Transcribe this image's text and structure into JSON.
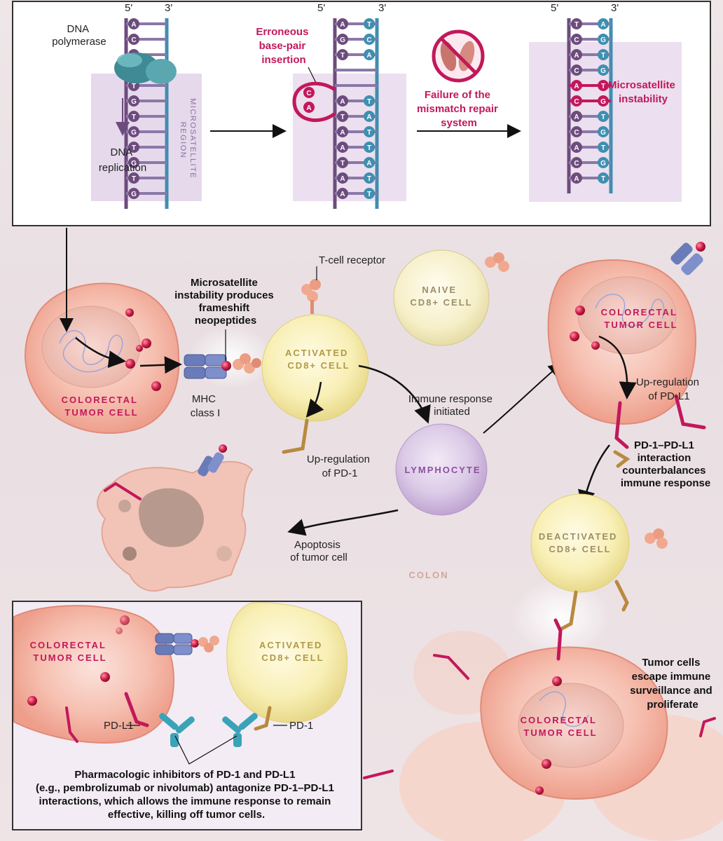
{
  "top_panel": {
    "strand_end_5": "5'",
    "strand_end_3": "3'",
    "dna_polymerase": [
      "DNA",
      "polymerase"
    ],
    "dna_replication": [
      "DNA",
      "replication"
    ],
    "microsatellite_region": [
      "MICROSATELLITE",
      "REGION"
    ],
    "erroneous_insertion": [
      "Erroneous",
      "base-pair",
      "insertion"
    ],
    "mmr_failure": [
      "Failure of the",
      "mismatch repair",
      "system"
    ],
    "microsatellite_instability": [
      "Microsatellite",
      "instability"
    ],
    "strand1_bases": [
      "A",
      "C",
      "C",
      "C",
      "T",
      "G",
      "T",
      "G",
      "T",
      "G",
      "T",
      "G"
    ],
    "strand2_left": [
      "A",
      "G",
      "T",
      "",
      "",
      "A",
      "T",
      "A",
      "A",
      "T",
      "A",
      "A"
    ],
    "strand2_right": [
      "T",
      "C",
      "A",
      "",
      "",
      "T",
      "A",
      "T",
      "T",
      "A",
      "T",
      "T"
    ],
    "strand3_left": [
      "T",
      "C",
      "A",
      "C",
      "A",
      "C",
      "A",
      "C",
      "A",
      "C",
      "A"
    ],
    "strand3_right": [
      "A",
      "G",
      "T",
      "G",
      "T",
      "G",
      "T",
      "G",
      "T",
      "G",
      "T"
    ],
    "insert_bases": [
      "C",
      "A"
    ]
  },
  "cells": {
    "colorectal_tumor_cell": [
      "COLORECTAL",
      "TUMOR CELL"
    ],
    "activated_cd8": [
      "ACTIVATED",
      "CD8+ CELL"
    ],
    "naive_cd8": [
      "NAIVE",
      "CD8+ CELL"
    ],
    "lymphocyte": "LYMPHOCYTE",
    "deactivated_cd8": [
      "DEACTIVATED",
      "CD8+ CELL"
    ],
    "colon": "COLON"
  },
  "labels": {
    "t_cell_receptor": "T-cell receptor",
    "frameshift": [
      "Microsatellite",
      "instability produces",
      "frameshift",
      "neopeptides"
    ],
    "mhc": [
      "MHC",
      "class I"
    ],
    "upreg_pd1": [
      "Up-regulation",
      "of PD-1"
    ],
    "immune_response": [
      "Immune response",
      "initiated"
    ],
    "upreg_pdl1": [
      "Up-regulation",
      "of PD-L1"
    ],
    "pd1_pdl1_interaction": [
      "PD-1–PD-L1",
      "interaction",
      "counterbalances",
      "immune response"
    ],
    "apoptosis": [
      "Apoptosis",
      "of tumor cell"
    ],
    "escape": [
      "Tumor cells",
      "escape immune",
      "surveillance and",
      "proliferate"
    ]
  },
  "inset": {
    "pdl1": "PD-L1",
    "pd1": "PD-1",
    "caption": [
      "Pharmacologic inhibitors of PD-1 and PD-L1",
      "(e.g., pembrolizumab or nivolumab) antagonize PD-1–PD-L1",
      "interactions, which allows the immune response to remain",
      "effective, killing off tumor cells."
    ]
  },
  "colors": {
    "accent_red": "#c2185b",
    "tumor_pink": "#f4b7a8",
    "cd8_yellow": "#f7efb4",
    "lymphocyte_purple": "#d7c3e3",
    "mhc_blue": "#6a7bb9",
    "antibody_teal": "#3aa3b8"
  }
}
